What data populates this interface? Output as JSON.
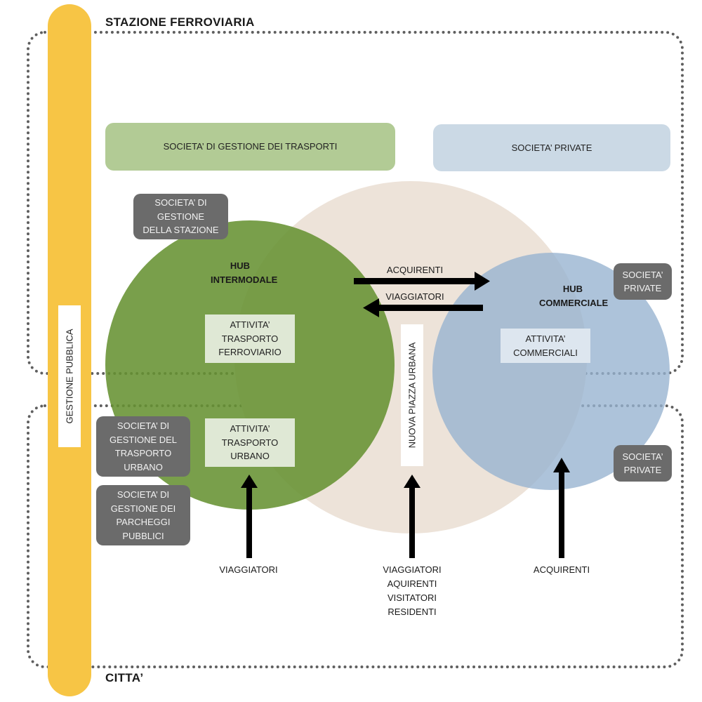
{
  "zones": {
    "top_title": "STAZIONE FERROVIARIA",
    "bottom_title": "CITTA’"
  },
  "public_bar": {
    "label": "GESTIONE PUBBLICA",
    "color": "#f7c545"
  },
  "top_boxes": {
    "transport": "SOCIETA’ DI GESTIONE DEI TRASPORTI",
    "private": "SOCIETA’ PRIVATE"
  },
  "left_boxes": {
    "station": "SOCIETA’ DI GESTIONE DELLA STAZIONE",
    "urban_transport": "SOCIETA’ DI GESTIONE DEL TRASPORTO URBANO",
    "parking": "SOCIETA’ DI GESTIONE DEI PARCHEGGI PUBBLICI"
  },
  "right_boxes": {
    "private_top": "SOCIETA’ PRIVATE",
    "private_bottom": "SOCIETA’ PRIVATE"
  },
  "hubs": {
    "intermodal": "HUB INTERMODALE",
    "commercial": "HUB COMMERCIALE",
    "plaza": "NUOVA PIAZZA URBANA"
  },
  "activities": {
    "rail": "ATTIVITA’ TRASPORTO FERROVIARIO",
    "urban": "ATTIVITA’ TRASPORTO URBANO",
    "commercial": "ATTIVITA’ COMMERCIALI"
  },
  "flows": {
    "right_arrow": "ACQUIRENTI",
    "left_arrow": "VIAGGIATORI",
    "bottom_left": "VIAGGIATORI",
    "bottom_center": "VIAGGIATORI AQUIRENTI VISITATORI RESIDENTI",
    "bottom_right": "ACQUIRENTI"
  },
  "colors": {
    "green_circle": "#6f9a3e",
    "beige_circle": "#ede3d9",
    "blue_circle": "#a7bed7",
    "green_box": "#b2cb95",
    "blue_box": "#cbd9e5",
    "dark_box": "#6b6b6b"
  }
}
